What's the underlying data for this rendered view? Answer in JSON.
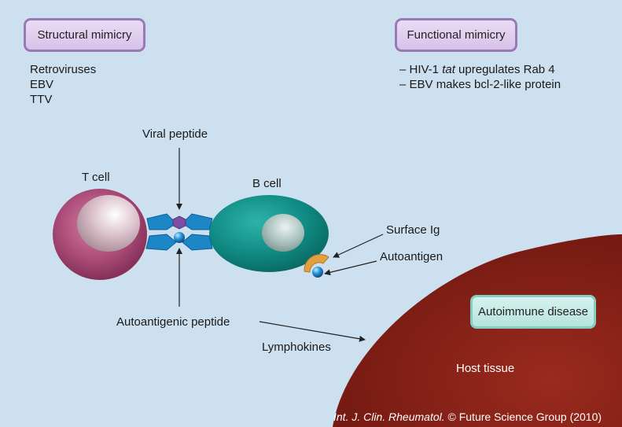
{
  "boxes": {
    "structural": "Structural mimicry",
    "functional": "Functional mimicry",
    "autoimmune": "Autoimmune disease"
  },
  "structural_list": [
    "Retroviruses",
    "EBV",
    "TTV"
  ],
  "functional_list": [
    {
      "prefix": "– HIV-1 ",
      "italic": "tat",
      "suffix": " upregulates Rab 4"
    },
    {
      "prefix": "– EBV makes bcl-2-like protein",
      "italic": "",
      "suffix": ""
    }
  ],
  "labels": {
    "viral_peptide": "Viral peptide",
    "t_cell": "T cell",
    "b_cell": "B cell",
    "surface_ig": "Surface Ig",
    "autoantigen": "Autoantigen",
    "autoantigenic_peptide": "Autoantigenic peptide",
    "lymphokines": "Lymphokines",
    "host_tissue": "Host tissue"
  },
  "credit": {
    "journal": "Int. J. Clin. Rheumatol.",
    "rest": " © Future Science Group (2010)"
  },
  "colors": {
    "background": "#cde0ef",
    "t_cell": "#9c3f6a",
    "b_cell": "#0f8a82",
    "host_tissue": "#7c1d14",
    "receptor": "#1c86c6",
    "viral_peptide": "#7d4fa2",
    "surface_ig": "#e0a040"
  }
}
